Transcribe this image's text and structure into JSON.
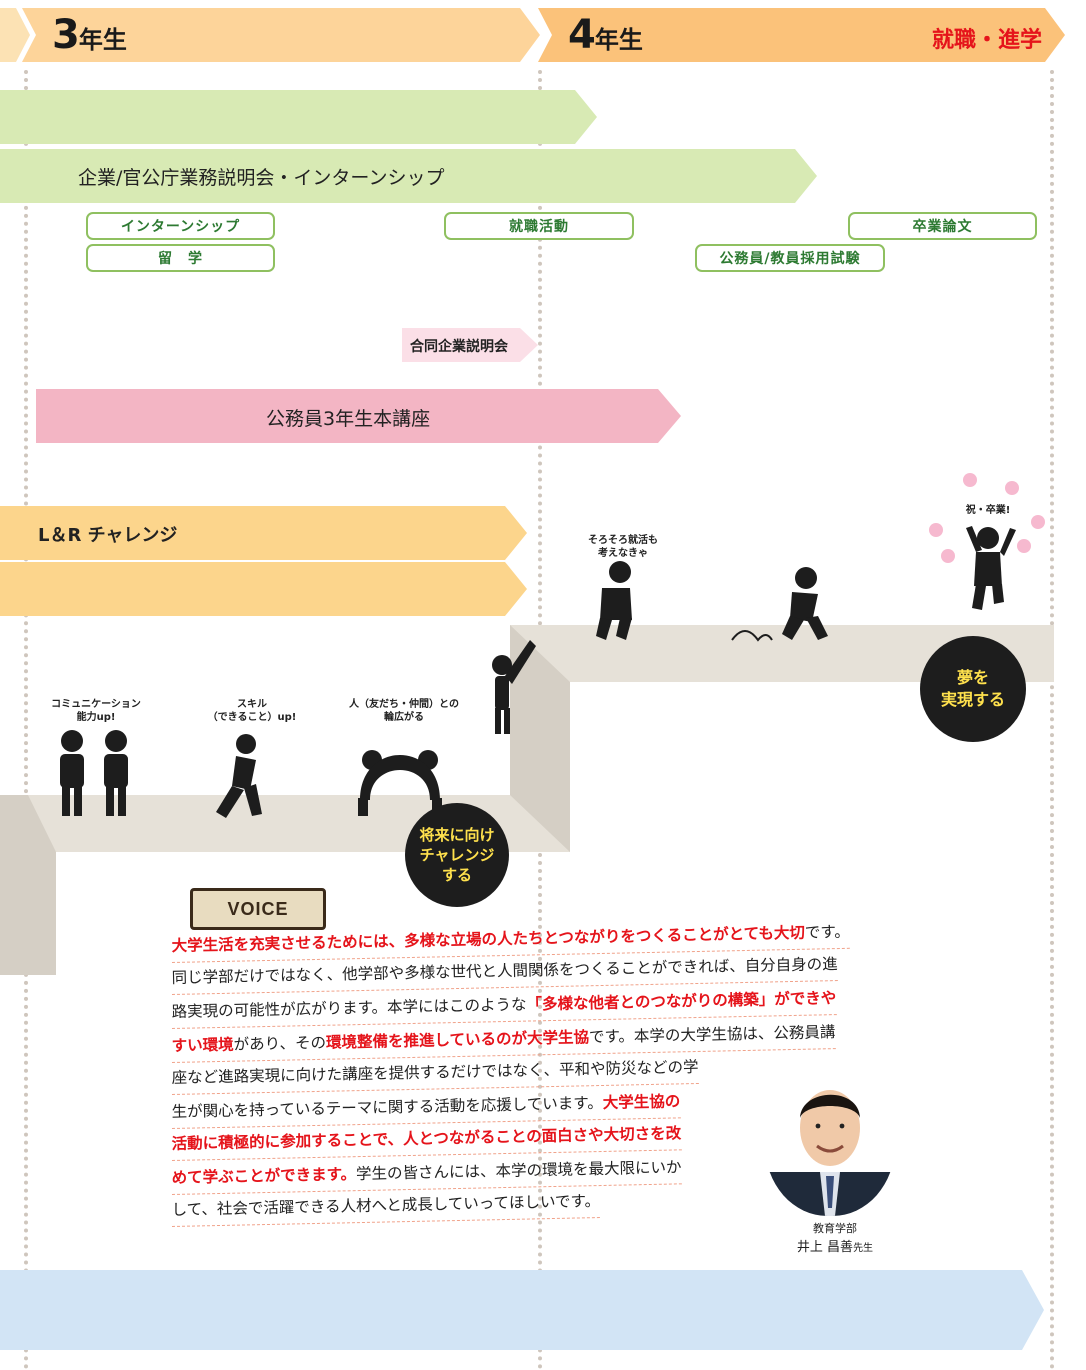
{
  "header": {
    "grade3": {
      "num": "3",
      "label": "年生"
    },
    "grade4": {
      "num": "4",
      "label": "年生"
    },
    "destination": "就職・進学"
  },
  "bars": {
    "seminar": "企業/官公庁業務説明会・インターンシップ",
    "civil_course": "公務員3年生本講座",
    "lr_challenge": "L＆R チャレンジ"
  },
  "pills": {
    "internship": "インターンシップ",
    "study_abroad": "留　学",
    "job_hunting": "就職活動",
    "thesis": "卒業論文",
    "civil_exam": "公務員/教員採用試験"
  },
  "joint_seminar": "合同企業説明会",
  "bubbles": {
    "communication": [
      "コミュニケーション",
      "能力up!"
    ],
    "skill": [
      "スキル",
      "（できること）up!"
    ],
    "network": [
      "人（友だち・仲間）との",
      "輪広がる"
    ],
    "job_soon": [
      "そろそろ就活も",
      "考えなきゃ"
    ],
    "graduation": "祝・卒業!"
  },
  "circles": {
    "challenge": [
      "将来に向け",
      "チャレンジ",
      "する"
    ],
    "dream": [
      "夢を",
      "実現する"
    ]
  },
  "voice": {
    "tag": "VOICE",
    "lines": [
      [
        {
          "t": "大学生活を充実させるためには、多様な立場の人たちとつながりをつくることがとても大切",
          "r": true
        },
        {
          "t": "です。",
          "r": false
        }
      ],
      [
        {
          "t": "同じ学部だけではなく、他学部や多様な世代と人間関係をつくることができれば、自分自身の進",
          "r": false
        }
      ],
      [
        {
          "t": "路実現の可能性が広がります。本学にはこのような",
          "r": false
        },
        {
          "t": "「多様な他者とのつながりの構築」ができや",
          "r": true
        }
      ],
      [
        {
          "t": "すい環境",
          "r": true
        },
        {
          "t": "があり、その",
          "r": false
        },
        {
          "t": "環境整備を推進しているのが大学生協",
          "r": true
        },
        {
          "t": "です。本学の大学生協は、公務員講",
          "r": false
        }
      ],
      [
        {
          "t": "座など進路実現に向けた講座を提供するだけではなく、平和や防災などの学",
          "r": false
        }
      ],
      [
        {
          "t": "生が関心を持っているテーマに関する活動を応援しています。",
          "r": false
        },
        {
          "t": "大学生協の",
          "r": true
        }
      ],
      [
        {
          "t": "活動に積極的に参加することで、人とつながることの面白さや大切さを改",
          "r": true
        }
      ],
      [
        {
          "t": "めて学ぶことができます。",
          "r": true
        },
        {
          "t": "学生の皆さんには、本学の環境を最大限にいか",
          "r": false
        }
      ],
      [
        {
          "t": "して、社会で活躍できる人材へと成長していってほしいです。",
          "r": false
        }
      ]
    ],
    "speaker_dept": "教育学部",
    "speaker_name": "井上 昌善",
    "speaker_title": "先生"
  },
  "colors": {
    "header_orange": "#fbc27a",
    "green_bar": "#d8eab4",
    "pink_bar": "#f3b5c4",
    "orange_bar": "#fcd58c",
    "blue_bar": "#d2e4f5",
    "accent_red": "#e5141b",
    "circle_text": "#ffe14d"
  }
}
